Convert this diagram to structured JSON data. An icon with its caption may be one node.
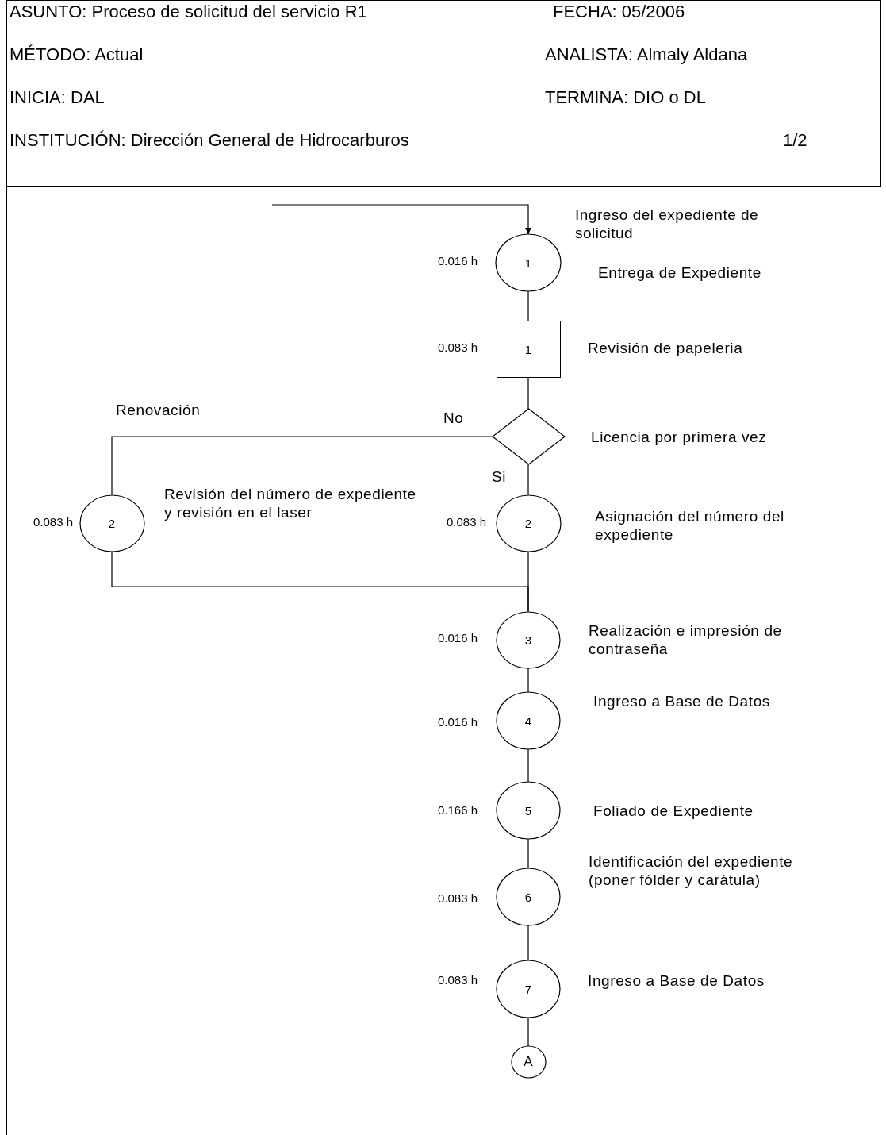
{
  "diagram": {
    "nodes": [
      {
        "text": [
          "1"
        ],
        "beside": [
          "0.016 h",
          "Entrega de Expediente"
        ]
      },
      {
        "text": [
          "1"
        ],
        "beside": [
          "0.083 h",
          "Revisión de papeleria"
        ]
      },
      {
        "text": [],
        "shape": "diamond",
        "beside": [
          "Licencia por primera vez"
        ]
      },
      {
        "text": [
          "2"
        ],
        "beside": [
          "0.083 h",
          "Revisión del número de expediente y revisión en el laser"
        ]
      },
      {
        "text": [
          "2"
        ],
        "beside": [
          "0.083 h",
          "Asignación del número del expediente"
        ]
      },
      {
        "text": [
          "3"
        ],
        "beside": [
          "0.016 h",
          "Realización e impresión de contraseña"
        ]
      },
      {
        "text": [
          "4"
        ],
        "beside": [
          "0.016 h",
          "Ingreso a Base de Datos"
        ]
      },
      {
        "text": [
          "5"
        ],
        "beside": [
          "0.166 h",
          "Foliado de Expediente"
        ]
      },
      {
        "text": [
          "6"
        ],
        "beside": [
          "0.083 h",
          "Identificación del expediente (poner fólder y carátula)"
        ]
      },
      {
        "text": [
          "7"
        ],
        "beside": [
          "0.083 h",
          "Ingreso a Base de Datos"
        ]
      },
      {
        "text": [
          "A"
        ]
      }
    ],
    "edges": [
      {
        "from": null,
        "to": 0,
        "arrow": "to",
        "label": "Ingreso del expediente de solicitud"
      },
      {
        "from": 0,
        "to": 1,
        "arrow": "none"
      },
      {
        "from": 1,
        "to": 2,
        "arrow": "none"
      },
      {
        "from": 2,
        "to": 3,
        "arrow": "none",
        "label": "No"
      },
      {
        "from": 2,
        "to": 4,
        "arrow": "none",
        "label": "Si"
      },
      {
        "from": 3,
        "to": 5,
        "arrow": "none"
      },
      {
        "from": 4,
        "to": 5,
        "arrow": "none"
      },
      {
        "from": 5,
        "to": 6,
        "arrow": "none"
      },
      {
        "from": 6,
        "to": 7,
        "arrow": "none"
      },
      {
        "from": 7,
        "to": 8,
        "arrow": "none"
      },
      {
        "from": 8,
        "to": 9,
        "arrow": "none"
      },
      {
        "from": 9,
        "to": 10,
        "arrow": "none"
      }
    ],
    "labels": [
      "ASUNTO: Proceso de solicitud del servicio R1",
      "FECHA: 05/2006",
      "MÉTODO: Actual",
      "ANALISTA: Almaly Aldana",
      "INICIA: DAL",
      "TERMINA: DIO o DL",
      "INSTITUCIÓN: Dirección General de Hidrocarburos",
      "1/2",
      "Renovación"
    ]
  }
}
